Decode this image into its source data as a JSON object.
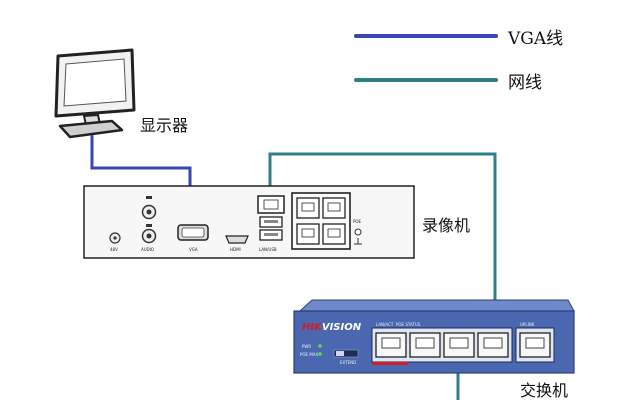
{
  "legend": {
    "vga": {
      "label": "VGA线",
      "color": "#3a45b5"
    },
    "net": {
      "label": "网线",
      "color": "#2f7f86"
    }
  },
  "devices": {
    "monitor": {
      "label": "显示器"
    },
    "nvr": {
      "label": "录像机",
      "port_labels": {
        "power": "48V",
        "audio": "AUDIO",
        "vga": "VGA",
        "hdmi": "HDMI",
        "lan_usb": "LAN/USB",
        "poe": "POE"
      }
    },
    "switch": {
      "label": "交换机",
      "brand": {
        "red_part": "HIK",
        "white_part": "VISION"
      },
      "port_labels": {
        "lan_act": "LAN/ACT",
        "poe_status": "POE STATUS",
        "uplink": "UPLINK",
        "extend": "EXTEND",
        "pwr": "PWR",
        "poe_led": "POE MAX"
      }
    }
  },
  "colors": {
    "vga_cable": "#3a45b5",
    "net_cable": "#2f7f86",
    "switch_body": "#4a67b0",
    "nvr_body": "#f7f7f7",
    "brand_red": "#d11f26"
  }
}
